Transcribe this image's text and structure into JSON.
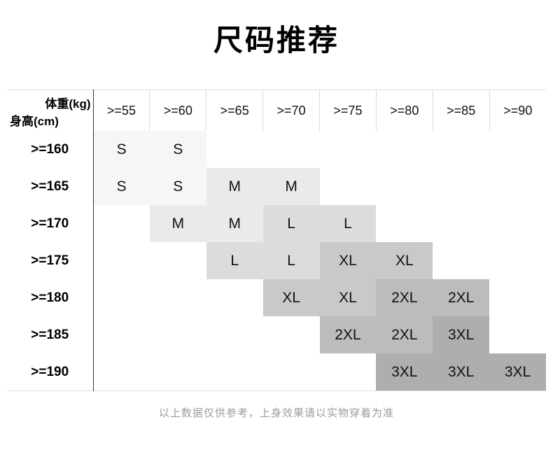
{
  "title": "尺码推荐",
  "footnote": "以上数据仅供参考，上身效果请以实物穿着为准",
  "chart_data": {
    "type": "table",
    "title": "尺码推荐",
    "col_axis_label": "体重(kg)",
    "row_axis_label": "身高(cm)",
    "columns": [
      ">=55",
      ">=60",
      ">=65",
      ">=70",
      ">=75",
      ">=80",
      ">=85",
      ">=90"
    ],
    "rows": [
      {
        "label": ">=160",
        "cells": [
          "S",
          "S",
          "",
          "",
          "",
          "",
          "",
          ""
        ]
      },
      {
        "label": ">=165",
        "cells": [
          "S",
          "S",
          "M",
          "M",
          "",
          "",
          "",
          ""
        ]
      },
      {
        "label": ">=170",
        "cells": [
          "",
          "M",
          "M",
          "L",
          "L",
          "",
          "",
          ""
        ]
      },
      {
        "label": ">=175",
        "cells": [
          "",
          "",
          "L",
          "L",
          "XL",
          "XL",
          "",
          ""
        ]
      },
      {
        "label": ">=180",
        "cells": [
          "",
          "",
          "",
          "XL",
          "XL",
          "2XL",
          "2XL",
          ""
        ]
      },
      {
        "label": ">=185",
        "cells": [
          "",
          "",
          "",
          "",
          "2XL",
          "2XL",
          "3XL",
          ""
        ]
      },
      {
        "label": ">=190",
        "cells": [
          "",
          "",
          "",
          "",
          "",
          "3XL",
          "3XL",
          "3XL"
        ]
      }
    ],
    "cell_colors_by_size": {
      "S": "#f6f6f6",
      "M": "#eaeaea",
      "L": "#dcdcdc",
      "XL": "#c9c9c9",
      "2XL": "#bcbcbc",
      "3XL": "#aeaeae"
    },
    "border_colors": {
      "grid_light": "#dcdcdc",
      "axis_divider_dark": "#333333"
    }
  }
}
